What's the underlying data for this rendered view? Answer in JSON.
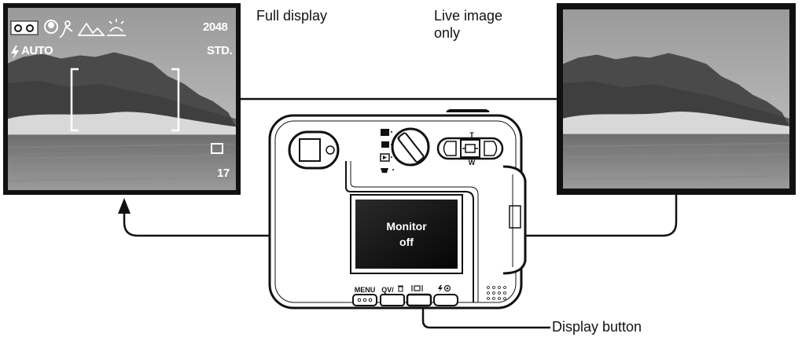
{
  "labels": {
    "full_display": "Full display",
    "live_image": "Live image\nonly",
    "display_button": "Display button",
    "monitor_off": "Monitor\noff"
  },
  "full_display_overlay": {
    "resolution": "2048",
    "quality": "STD.",
    "flash": "AUTO",
    "frames_remaining": "17"
  },
  "camera_buttons": {
    "menu": "MENU",
    "qv": "QV/",
    "zoom_t": "T",
    "zoom_w": "W"
  },
  "colors": {
    "frame": "#111111",
    "lcd_text": "#ffffff",
    "body": "#ffffff"
  },
  "icons": [
    "camera-mode-icon",
    "portrait-icon",
    "sports-icon",
    "landscape-icon",
    "sunset-icon",
    "flash-icon",
    "focus-bracket-icon",
    "single-drive-icon",
    "trash-icon",
    "display-icon",
    "flash-redeye-icon",
    "speaker-grille-icon",
    "mode-dial-icon"
  ]
}
